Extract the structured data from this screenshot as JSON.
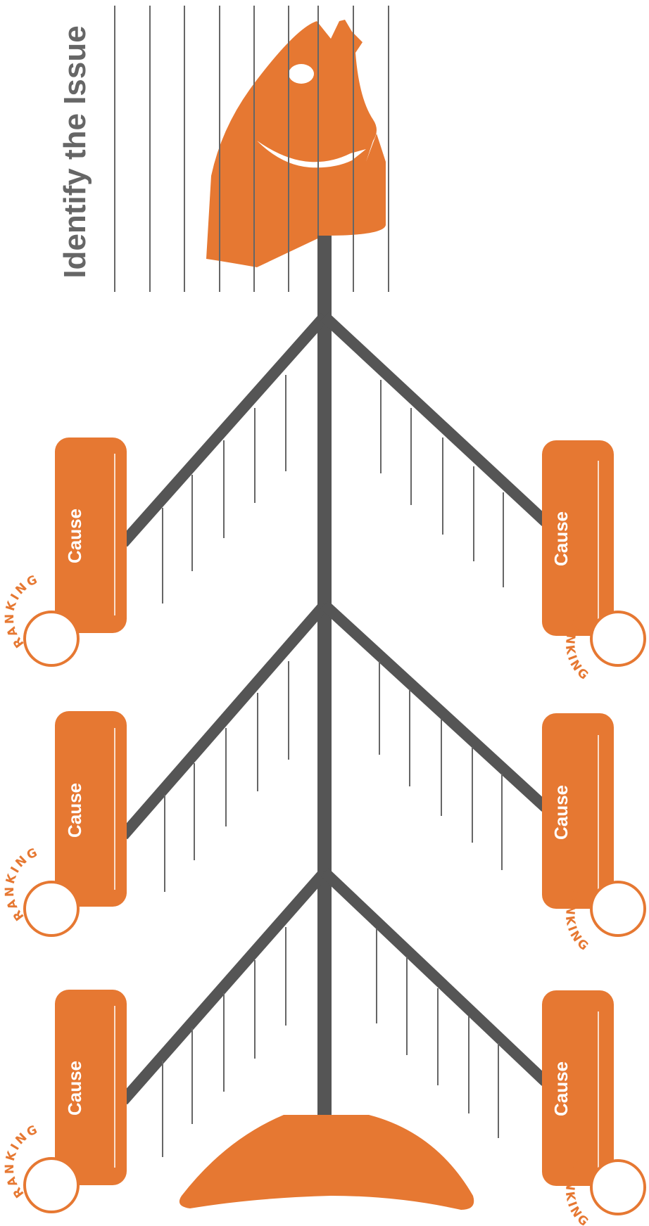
{
  "title": "Identify the Issue",
  "colors": {
    "accent": "#e67832",
    "bone": "#555555",
    "line": "#666666",
    "text_on_accent": "#ffffff"
  },
  "causes": [
    {
      "label": "Cause",
      "ranking_label": "RANKING",
      "side": "left"
    },
    {
      "label": "Cause",
      "ranking_label": "RANKING",
      "side": "right"
    },
    {
      "label": "Cause",
      "ranking_label": "RANKING",
      "side": "left"
    },
    {
      "label": "Cause",
      "ranking_label": "RANKING",
      "side": "right"
    },
    {
      "label": "Cause",
      "ranking_label": "RANKING",
      "side": "left"
    },
    {
      "label": "Cause",
      "ranking_label": "RANKING",
      "side": "right"
    }
  ],
  "icons": {
    "head": "fish-head-icon",
    "tail": "fish-tail-icon"
  }
}
